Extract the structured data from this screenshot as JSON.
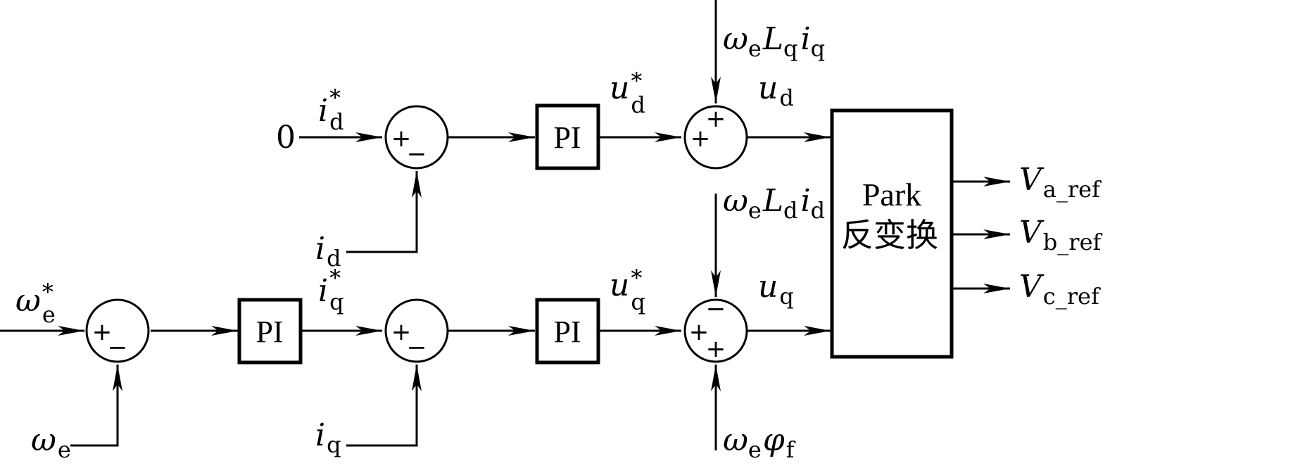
{
  "labels": {
    "zero_input": "0",
    "id_ref": {
      "base": "i",
      "sub": "d",
      "sup": "*"
    },
    "id_fb": {
      "base": "i",
      "sub": "d"
    },
    "ud_ref": {
      "base": "u",
      "sub": "d",
      "sup": "*"
    },
    "ud": {
      "base": "u",
      "sub": "d"
    },
    "cross_q": {
      "w": "ω",
      "wsub": "e",
      "L": "L",
      "Lsub": "q",
      "i": "i",
      "isub": "q"
    },
    "cross_d": {
      "w": "ω",
      "wsub": "e",
      "L": "L",
      "Lsub": "d",
      "i": "i",
      "isub": "d"
    },
    "flux": {
      "w": "ω",
      "wsub": "e",
      "phi": "φ",
      "phisub": "f"
    },
    "we_ref": {
      "base": "ω",
      "sub": "e",
      "sup": "*"
    },
    "we_fb": {
      "base": "ω",
      "sub": "e"
    },
    "iq_ref": {
      "base": "i",
      "sub": "q",
      "sup": "*"
    },
    "iq_fb": {
      "base": "i",
      "sub": "q"
    },
    "uq_ref": {
      "base": "u",
      "sub": "q",
      "sup": "*"
    },
    "uq": {
      "base": "u",
      "sub": "q"
    },
    "va": {
      "base": "V",
      "sub": "a_ref"
    },
    "vb": {
      "base": "V",
      "sub": "b_ref"
    },
    "vc": {
      "base": "V",
      "sub": "c_ref"
    }
  },
  "blocks": {
    "pi_label": "PI",
    "park_line1": "Park",
    "park_line2": "反变换"
  },
  "signs": {
    "plus": "+",
    "minus": "−"
  }
}
